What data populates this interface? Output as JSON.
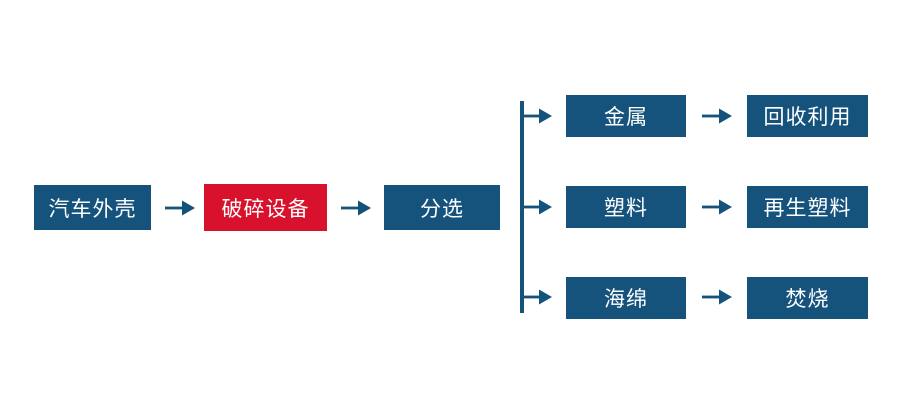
{
  "diagram": {
    "description": "automobile-shell recycling process flow",
    "colors": {
      "primary_blue": "#15537D",
      "accent_red": "#D8122D",
      "label_text": "#FFFFFF",
      "background": "#FFFFFF"
    },
    "flow": {
      "main_nodes": [
        {
          "id": "car-shell",
          "label": "汽车外壳",
          "color": "blue"
        },
        {
          "id": "crusher",
          "label": "破碎设备",
          "color": "red"
        },
        {
          "id": "sorting",
          "label": "分选",
          "color": "blue"
        }
      ],
      "branches": [
        {
          "material": "金属",
          "result": "回收利用"
        },
        {
          "material": "塑料",
          "result": "再生塑料"
        },
        {
          "material": "海绵",
          "result": "焚烧"
        }
      ]
    }
  }
}
